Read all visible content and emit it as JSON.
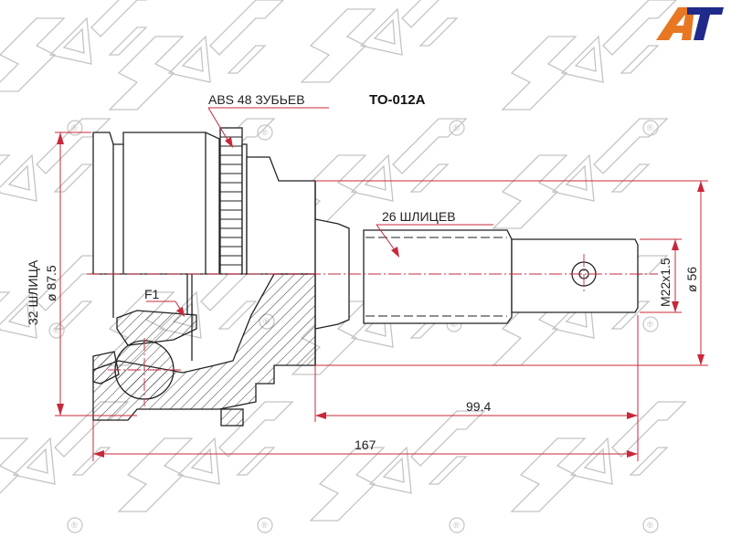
{
  "drawing": {
    "part_number": "TO-012A",
    "watermark_brand": "SAT",
    "watermark_mark": "®",
    "logo": {
      "text": "AT",
      "colors": {
        "a": "#e87722",
        "t": "#1f2a8a"
      }
    },
    "labels": {
      "abs": "ABS 48 ЗУБЬЕВ",
      "outer_splines": "26 ШЛИЦЕВ",
      "inner_splines": "32 ШЛИЦА",
      "inner_diameter": "ø 87.5",
      "thread": "M22x1.5",
      "outer_diameter": "ø 56",
      "f1": "F1"
    },
    "dimensions": {
      "shaft_length": "99.4",
      "total_length": "167"
    },
    "colors": {
      "dimension_lines": "#c8283a",
      "outline": "#222222",
      "watermark": "#c4c4c4"
    }
  }
}
